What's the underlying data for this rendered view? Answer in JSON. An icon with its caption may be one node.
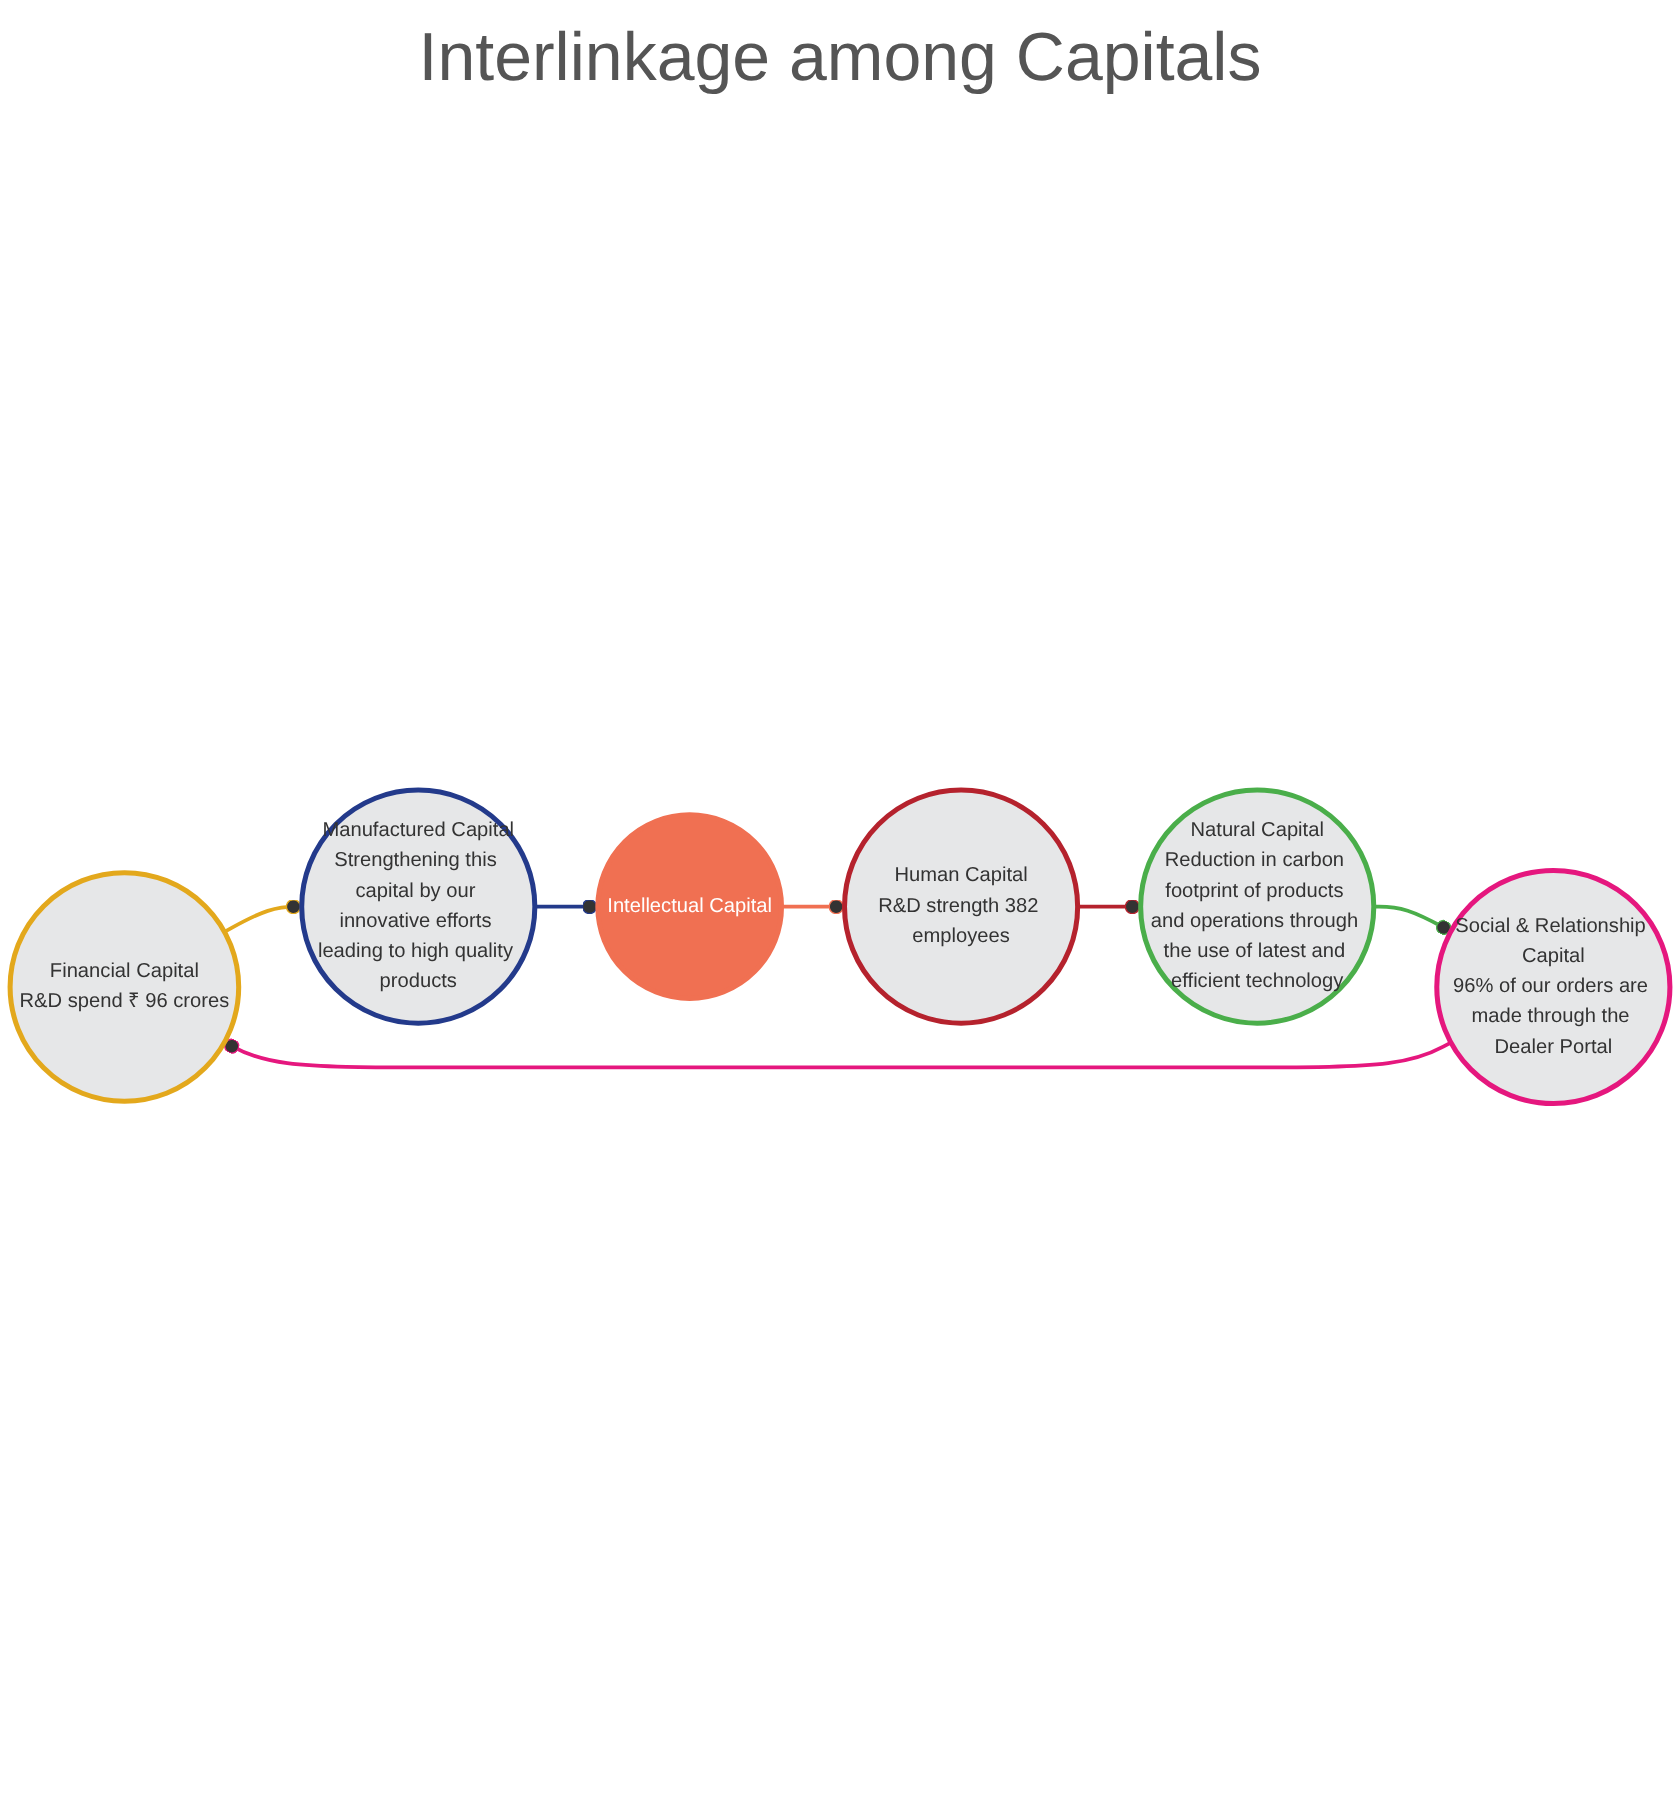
{
  "diagram": {
    "title": "Interlinkage among Capitals",
    "nodes": [
      {
        "text": [
          "Financial Capital",
          "R&D spend ₹ 96 crores"
        ]
      },
      {
        "text": [
          "Manufactured Capital",
          "Strengthening this capital by our innovative efforts leading to high quality products"
        ]
      },
      {
        "text": [
          "Intellectual Capital"
        ]
      },
      {
        "text": [
          "Human Capital",
          "R&D strength 382 employees"
        ]
      },
      {
        "text": [
          "Natural Capital",
          "Reduction in carbon footprint of products and operations through the use of latest and efficient technology"
        ]
      },
      {
        "text": [
          "Social & Relationship Capital",
          "96% of our orders are made through the Dealer Portal"
        ]
      }
    ],
    "edges": [
      {
        "from": 0,
        "to": 1,
        "arrow": "other",
        "color": "#e3a81c"
      },
      {
        "from": 1,
        "to": 2,
        "arrow": "other",
        "color": "#233a8b"
      },
      {
        "from": 2,
        "to": 3,
        "arrow": "other",
        "color": "#f07052"
      },
      {
        "from": 3,
        "to": 4,
        "arrow": "other",
        "color": "#b5222d"
      },
      {
        "from": 4,
        "to": 5,
        "arrow": "other",
        "color": "#4aae4a"
      },
      {
        "from": 5,
        "to": 0,
        "arrow": "other",
        "color": "#e5177e"
      }
    ]
  }
}
